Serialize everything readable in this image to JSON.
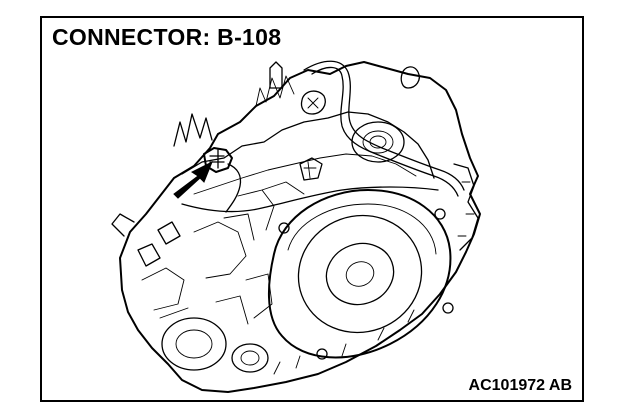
{
  "figure": {
    "title": "CONNECTOR: B-108",
    "figure_code": "AC101972 AB",
    "line_color": "#000000",
    "background_color": "#ffffff",
    "pointer": "arrow pointing to connector B-108",
    "subject": "transmission assembly line drawing"
  }
}
